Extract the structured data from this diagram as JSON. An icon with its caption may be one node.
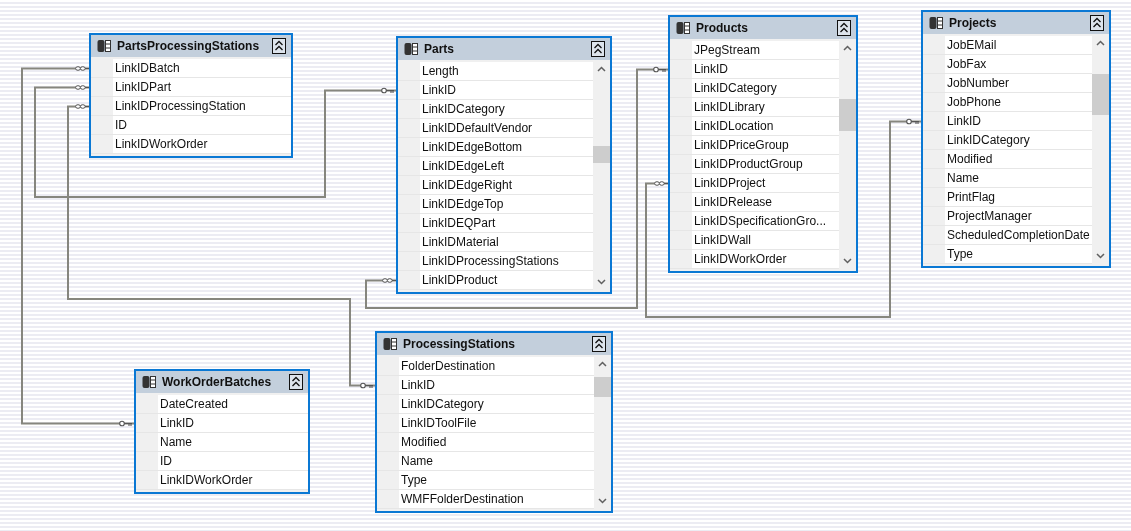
{
  "diagram": {
    "nodes": [
      {
        "text": [
          "PartsProcessingStations"
        ]
      },
      {
        "text": [
          "LinkIDBatch"
        ],
        "in": 0
      },
      {
        "text": [
          "LinkIDPart"
        ],
        "in": 0
      },
      {
        "text": [
          "LinkIDProcessingStation"
        ],
        "in": 0
      },
      {
        "text": [
          "ID"
        ],
        "in": 0
      },
      {
        "text": [
          "LinkIDWorkOrder"
        ],
        "in": 0
      },
      {
        "text": [
          "Parts"
        ]
      },
      {
        "text": [
          "Length"
        ],
        "in": 6
      },
      {
        "text": [
          "LinkID"
        ],
        "in": 6
      },
      {
        "text": [
          "LinkIDCategory"
        ],
        "in": 6
      },
      {
        "text": [
          "LinkIDDefaultVendor"
        ],
        "in": 6
      },
      {
        "text": [
          "LinkIDEdgeBottom"
        ],
        "in": 6
      },
      {
        "text": [
          "LinkIDEdgeLeft"
        ],
        "in": 6
      },
      {
        "text": [
          "LinkIDEdgeRight"
        ],
        "in": 6
      },
      {
        "text": [
          "LinkIDEdgeTop"
        ],
        "in": 6
      },
      {
        "text": [
          "LinkIDEQPart"
        ],
        "in": 6
      },
      {
        "text": [
          "LinkIDMaterial"
        ],
        "in": 6
      },
      {
        "text": [
          "LinkIDProcessingStations"
        ],
        "in": 6
      },
      {
        "text": [
          "LinkIDProduct"
        ],
        "in": 6
      },
      {
        "text": [
          "Products"
        ]
      },
      {
        "text": [
          "JPegStream"
        ],
        "in": 19
      },
      {
        "text": [
          "LinkID"
        ],
        "in": 19
      },
      {
        "text": [
          "LinkIDCategory"
        ],
        "in": 19
      },
      {
        "text": [
          "LinkIDLibrary"
        ],
        "in": 19
      },
      {
        "text": [
          "LinkIDLocation"
        ],
        "in": 19
      },
      {
        "text": [
          "LinkIDPriceGroup"
        ],
        "in": 19
      },
      {
        "text": [
          "LinkIDProductGroup"
        ],
        "in": 19
      },
      {
        "text": [
          "LinkIDProject"
        ],
        "in": 19
      },
      {
        "text": [
          "LinkIDRelease"
        ],
        "in": 19
      },
      {
        "text": [
          "LinkIDSpecificationGro..."
        ],
        "in": 19
      },
      {
        "text": [
          "LinkIDWall"
        ],
        "in": 19
      },
      {
        "text": [
          "LinkIDWorkOrder"
        ],
        "in": 19
      },
      {
        "text": [
          "Projects"
        ]
      },
      {
        "text": [
          "JobEMail"
        ],
        "in": 32
      },
      {
        "text": [
          "JobFax"
        ],
        "in": 32
      },
      {
        "text": [
          "JobNumber"
        ],
        "in": 32
      },
      {
        "text": [
          "JobPhone"
        ],
        "in": 32
      },
      {
        "text": [
          "LinkID"
        ],
        "in": 32
      },
      {
        "text": [
          "LinkIDCategory"
        ],
        "in": 32
      },
      {
        "text": [
          "Modified"
        ],
        "in": 32
      },
      {
        "text": [
          "Name"
        ],
        "in": 32
      },
      {
        "text": [
          "PrintFlag"
        ],
        "in": 32
      },
      {
        "text": [
          "ProjectManager"
        ],
        "in": 32
      },
      {
        "text": [
          "ScheduledCompletionDate"
        ],
        "in": 32
      },
      {
        "text": [
          "Type"
        ],
        "in": 32
      },
      {
        "text": [
          "ProcessingStations"
        ]
      },
      {
        "text": [
          "FolderDestination"
        ],
        "in": 45
      },
      {
        "text": [
          "LinkID"
        ],
        "in": 45
      },
      {
        "text": [
          "LinkIDCategory"
        ],
        "in": 45
      },
      {
        "text": [
          "LinkIDToolFile"
        ],
        "in": 45
      },
      {
        "text": [
          "Modified"
        ],
        "in": 45
      },
      {
        "text": [
          "Name"
        ],
        "in": 45
      },
      {
        "text": [
          "Type"
        ],
        "in": 45
      },
      {
        "text": [
          "WMFFolderDestination"
        ],
        "in": 45
      },
      {
        "text": [
          "WorkOrderBatches"
        ]
      },
      {
        "text": [
          "DateCreated"
        ],
        "in": 54
      },
      {
        "text": [
          "LinkID"
        ],
        "in": 54
      },
      {
        "text": [
          "Name"
        ],
        "in": 54
      },
      {
        "text": [
          "ID"
        ],
        "in": 54
      },
      {
        "text": [
          "LinkIDWorkOrder"
        ],
        "in": 54
      }
    ],
    "edges": [
      {
        "from": 1,
        "to": 56,
        "arrow": "other"
      },
      {
        "from": 2,
        "to": 8,
        "arrow": "other"
      },
      {
        "from": 3,
        "to": 47,
        "arrow": "other"
      },
      {
        "from": 18,
        "to": 21,
        "arrow": "other"
      },
      {
        "from": 27,
        "to": 37,
        "arrow": "other"
      }
    ]
  }
}
